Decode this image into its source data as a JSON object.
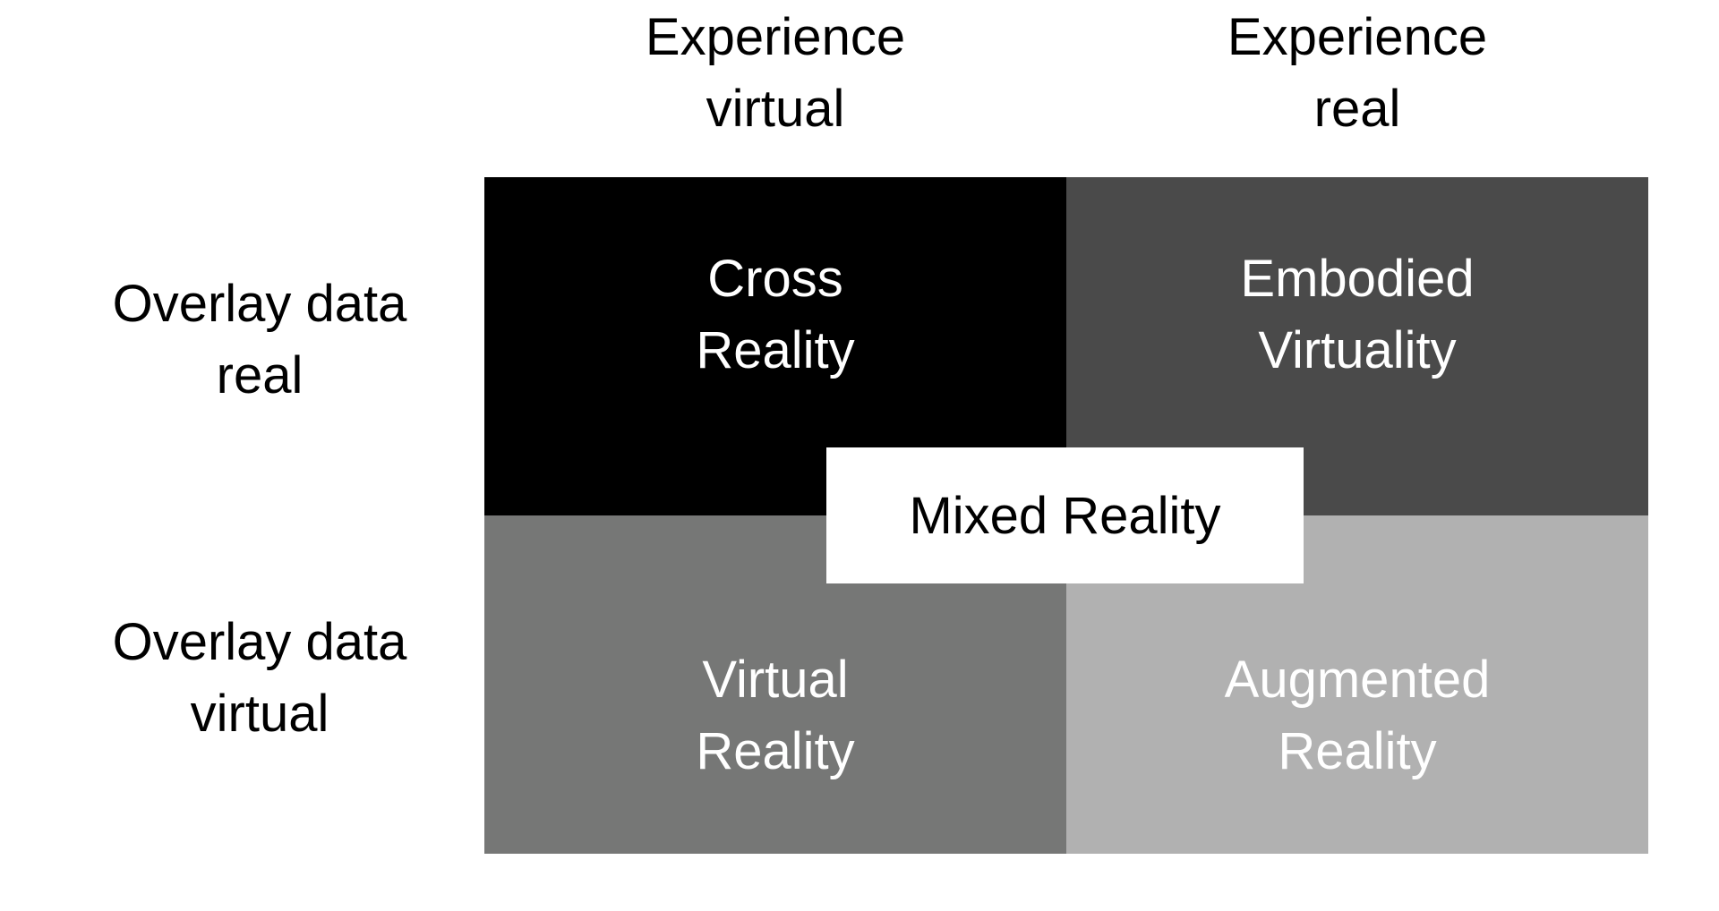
{
  "columns": [
    {
      "line1": "Experience",
      "line2": "virtual"
    },
    {
      "line1": "Experience",
      "line2": "real"
    }
  ],
  "rows": [
    {
      "line1": "Overlay data",
      "line2": "real"
    },
    {
      "line1": "Overlay data",
      "line2": "virtual"
    }
  ],
  "quadrants": {
    "top_left": {
      "line1": "Cross",
      "line2": "Reality",
      "fill": "#000000",
      "text_color": "#ffffff"
    },
    "top_right": {
      "line1": "Embodied",
      "line2": "Virtuality",
      "fill": "#4a4a4a",
      "text_color": "#ffffff"
    },
    "bottom_left": {
      "line1": "Virtual",
      "line2": "Reality",
      "fill": "#767776",
      "text_color": "#ffffff"
    },
    "bottom_right": {
      "line1": "Augmented",
      "line2": "Reality",
      "fill": "#b1b1b1",
      "text_color": "#ffffff"
    }
  },
  "center": {
    "label": "Mixed Reality",
    "fill": "#ffffff",
    "text_color": "#000000"
  }
}
